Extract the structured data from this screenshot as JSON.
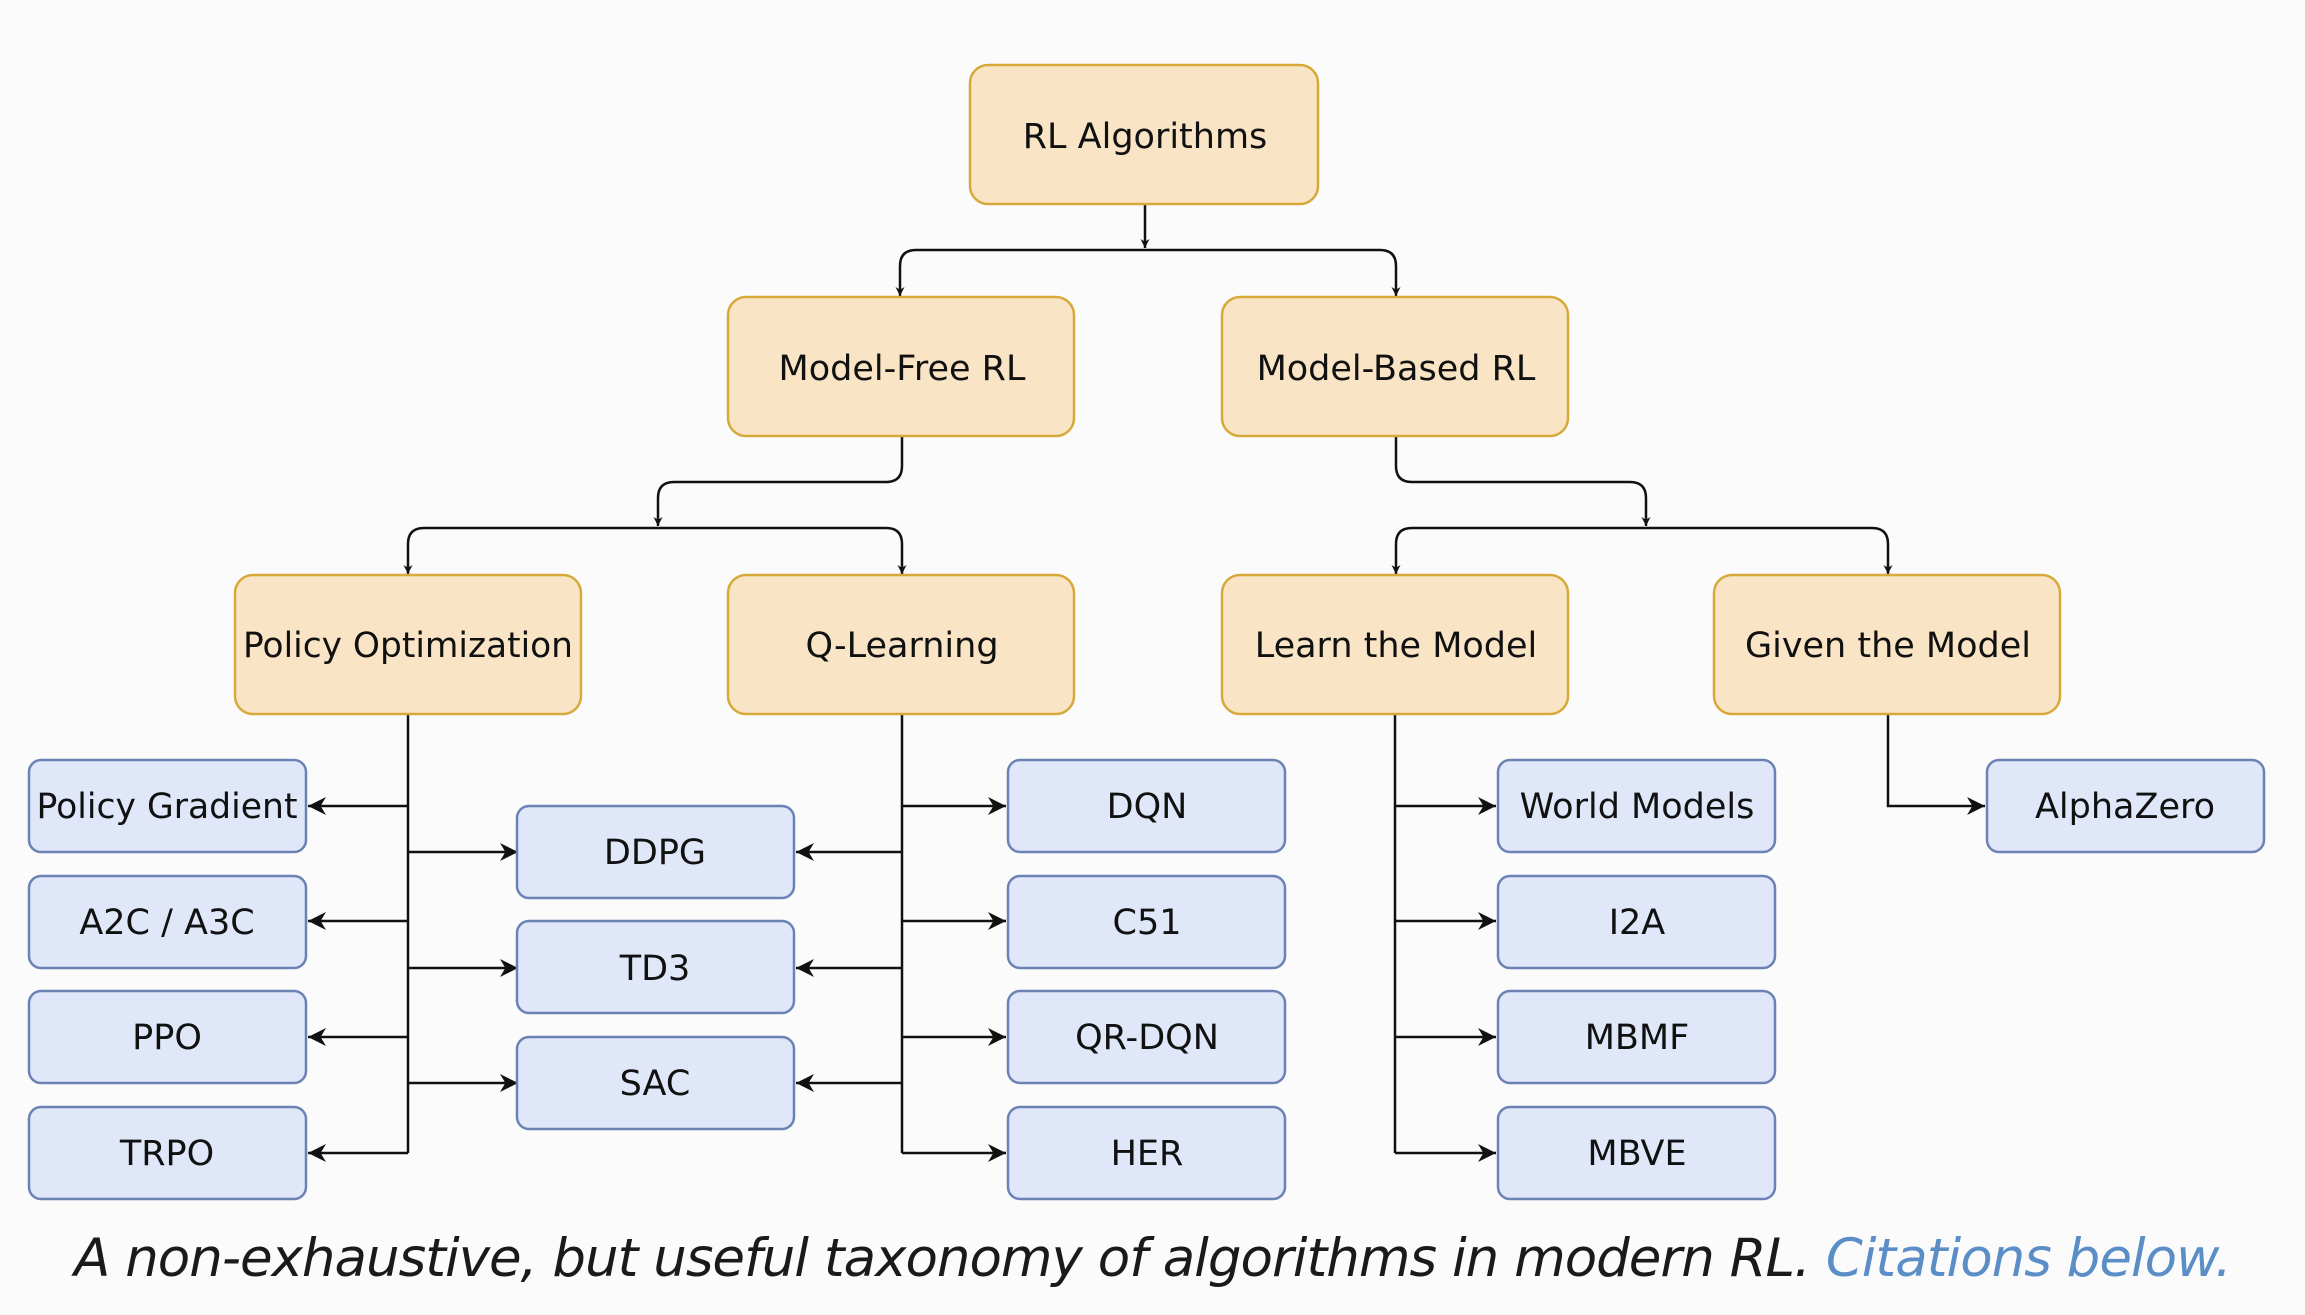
{
  "nodes": {
    "rl_algorithms": "RL Algorithms",
    "model_free_rl": "Model-Free RL",
    "model_based_rl": "Model-Based RL",
    "policy_optimization": "Policy Optimization",
    "q_learning": "Q-Learning",
    "learn_the_model": "Learn the Model",
    "given_the_model": "Given the Model",
    "policy_gradient": "Policy Gradient",
    "a2c_a3c": "A2C / A3C",
    "ppo": "PPO",
    "trpo": "TRPO",
    "ddpg": "DDPG",
    "td3": "TD3",
    "sac": "SAC",
    "dqn": "DQN",
    "c51": "C51",
    "qr_dqn": "QR-DQN",
    "her": "HER",
    "world_models": "World Models",
    "i2a": "I2A",
    "mbmf": "MBMF",
    "mbve": "MBVE",
    "alphazero": "AlphaZero"
  },
  "caption": {
    "text": "A non-exhaustive, but useful taxonomy of algorithms in modern RL. ",
    "link": "Citations below."
  },
  "colors": {
    "category_fill": "#f9e5c6",
    "category_stroke": "#d6a93a",
    "algorithm_fill": "#dfe7f9",
    "algorithm_stroke": "#6c82b4",
    "line": "#111111",
    "link": "#5b8ec7"
  }
}
